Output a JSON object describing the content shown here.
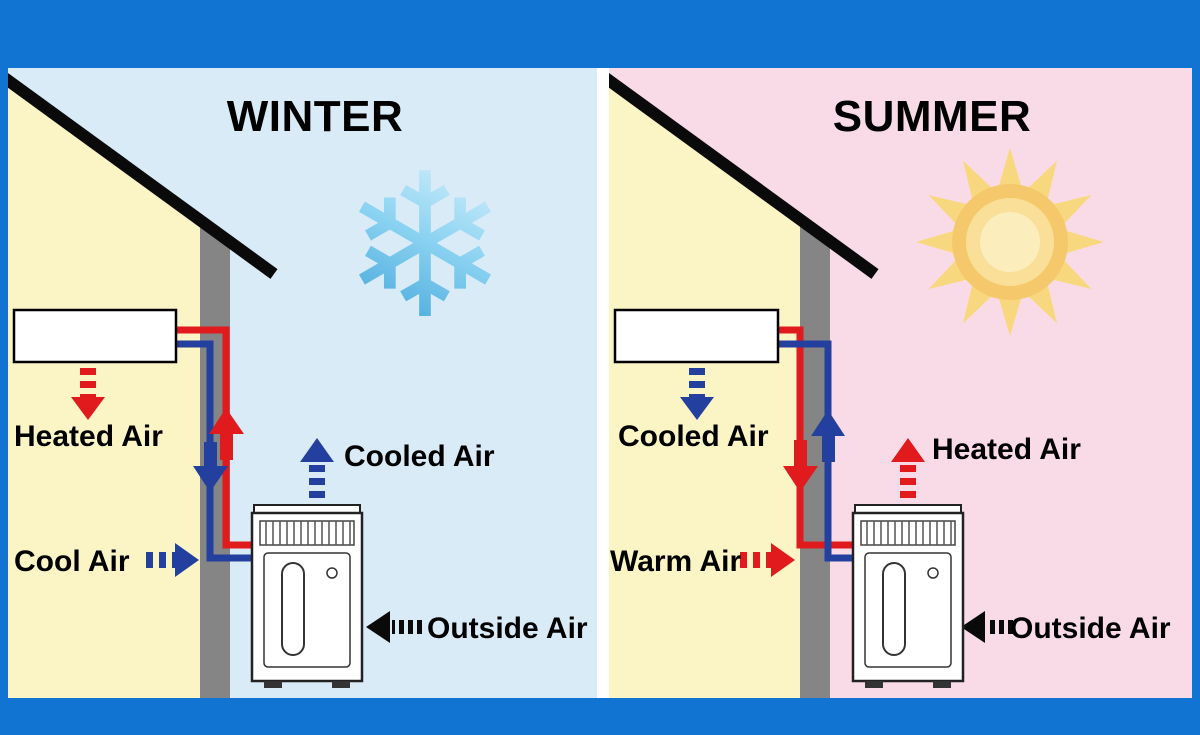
{
  "colors": {
    "frame_blue": "#1173d2",
    "winter_bg": "#d9ebf7",
    "summer_bg": "#f9dbe7",
    "house_yellow": "#fbf5c5",
    "wall_gray": "#858585",
    "hot_red": "#e01a1d",
    "cold_blue": "#24409e",
    "ink_black": "#0a0a0a"
  },
  "winter": {
    "title": "WINTER",
    "snowflake_glyph": "❄",
    "labels": {
      "heated_air": "Heated Air",
      "cool_air": "Cool Air",
      "cooled_air": "Cooled Air",
      "outside_air": "Outside Air"
    }
  },
  "summer": {
    "title": "SUMMER",
    "labels": {
      "cooled_air": "Cooled Air",
      "warm_air": "Warm Air",
      "heated_air": "Heated Air",
      "outside_air": "Outside Air"
    }
  }
}
